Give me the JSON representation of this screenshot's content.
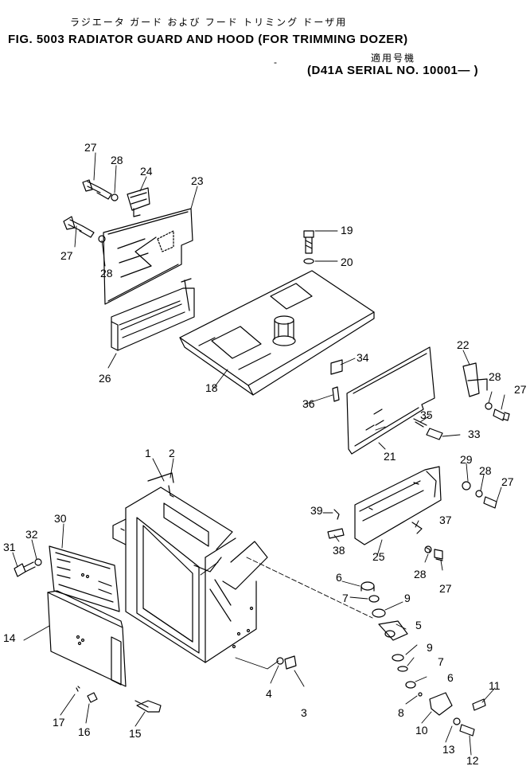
{
  "header": {
    "jp_title": "ラジエータ ガード および フード  トリミング ドーザ用",
    "fig_title": "FIG. 5003  RADIATOR GUARD AND HOOD (FOR TRIMMING DOZER)",
    "dash": "-",
    "jp_applicable": "適用号機",
    "serial": "(D41A SERIAL NO. 10001— )"
  },
  "callouts": [
    "1",
    "2",
    "3",
    "4",
    "5",
    "6",
    "6",
    "7",
    "7",
    "8",
    "9",
    "9",
    "10",
    "11",
    "12",
    "13",
    "14",
    "15",
    "16",
    "17",
    "18",
    "19",
    "20",
    "21",
    "22",
    "23",
    "24",
    "25",
    "26",
    "27",
    "27",
    "27",
    "27",
    "27",
    "28",
    "28",
    "28",
    "28",
    "28",
    "29",
    "30",
    "31",
    "32",
    "33",
    "34",
    "35",
    "36",
    "37",
    "38",
    "39"
  ]
}
